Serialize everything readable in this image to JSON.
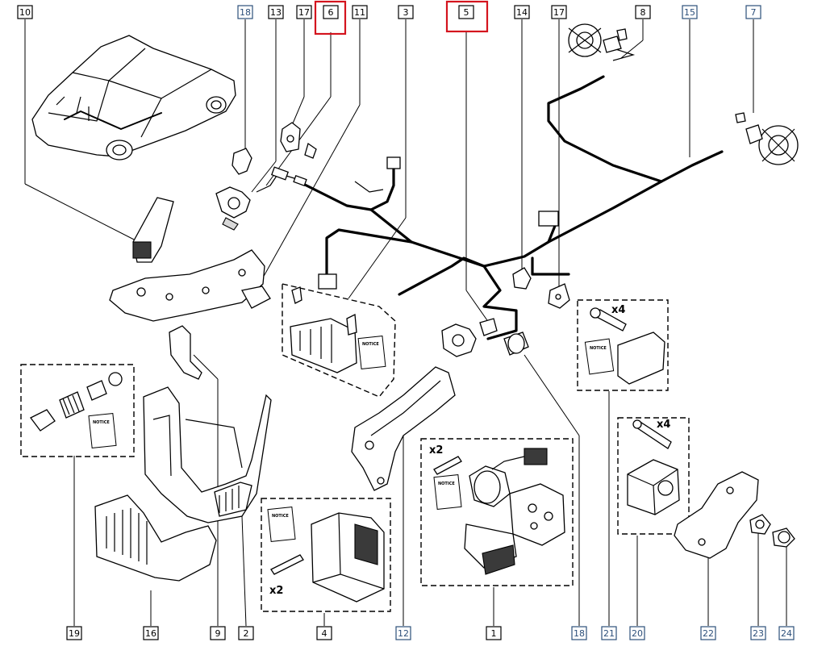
{
  "callouts": [
    {
      "id": "c10",
      "label": "10",
      "color": "#000000"
    },
    {
      "id": "c18a",
      "label": "18",
      "color": "#2c4f7a"
    },
    {
      "id": "c13",
      "label": "13",
      "color": "#000000"
    },
    {
      "id": "c17a",
      "label": "17",
      "color": "#000000"
    },
    {
      "id": "c6",
      "label": "6",
      "color": "#000000"
    },
    {
      "id": "c11",
      "label": "11",
      "color": "#000000"
    },
    {
      "id": "c3",
      "label": "3",
      "color": "#000000"
    },
    {
      "id": "c5",
      "label": "5",
      "color": "#000000"
    },
    {
      "id": "c14",
      "label": "14",
      "color": "#000000"
    },
    {
      "id": "c17b",
      "label": "17",
      "color": "#000000"
    },
    {
      "id": "c8",
      "label": "8",
      "color": "#000000"
    },
    {
      "id": "c15",
      "label": "15",
      "color": "#2c4f7a"
    },
    {
      "id": "c7",
      "label": "7",
      "color": "#2c4f7a"
    },
    {
      "id": "c19",
      "label": "19",
      "color": "#000000"
    },
    {
      "id": "c16",
      "label": "16",
      "color": "#000000"
    },
    {
      "id": "c9",
      "label": "9",
      "color": "#000000"
    },
    {
      "id": "c2",
      "label": "2",
      "color": "#000000"
    },
    {
      "id": "c4",
      "label": "4",
      "color": "#000000"
    },
    {
      "id": "c12",
      "label": "12",
      "color": "#2c4f7a"
    },
    {
      "id": "c1",
      "label": "1",
      "color": "#000000"
    },
    {
      "id": "c18b",
      "label": "18",
      "color": "#2c4f7a"
    },
    {
      "id": "c21",
      "label": "21",
      "color": "#2c4f7a"
    },
    {
      "id": "c20",
      "label": "20",
      "color": "#2c4f7a"
    },
    {
      "id": "c22",
      "label": "22",
      "color": "#2c4f7a"
    },
    {
      "id": "c23",
      "label": "23",
      "color": "#2c4f7a"
    },
    {
      "id": "c24",
      "label": "24",
      "color": "#2c4f7a"
    }
  ],
  "highlighted": [
    "6",
    "5"
  ],
  "highlight_color": "#d4141e",
  "quantities": {
    "q_x4_top": "x4",
    "q_x4_mid": "x4",
    "q_x2_pump": "x2",
    "q_x2_ecu": "x2"
  },
  "notice_label": "NOTICE"
}
